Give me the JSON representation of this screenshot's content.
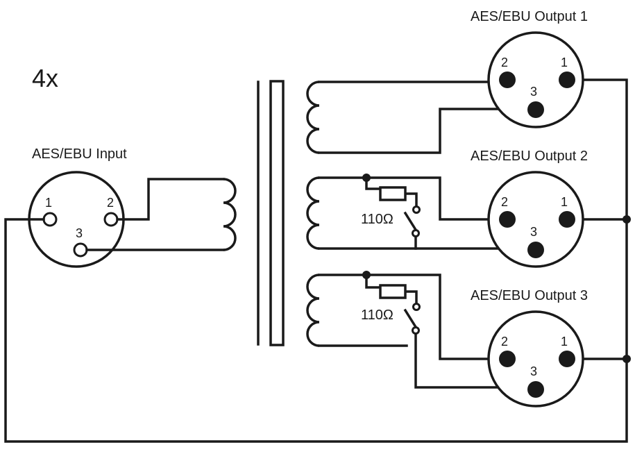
{
  "multiplier": "4x",
  "input": {
    "title": "AES/EBU Input",
    "pins": [
      "1",
      "2",
      "3"
    ]
  },
  "outputs": [
    {
      "title": "AES/EBU Output 1",
      "pins": [
        "1",
        "2",
        "3"
      ]
    },
    {
      "title": "AES/EBU Output 2",
      "pins": [
        "1",
        "2",
        "3"
      ],
      "resistor": "110Ω"
    },
    {
      "title": "AES/EBU Output 3",
      "pins": [
        "1",
        "2",
        "3"
      ],
      "resistor": "110Ω"
    }
  ],
  "colors": {
    "line": "#1a1a1a",
    "background": "#ffffff"
  }
}
